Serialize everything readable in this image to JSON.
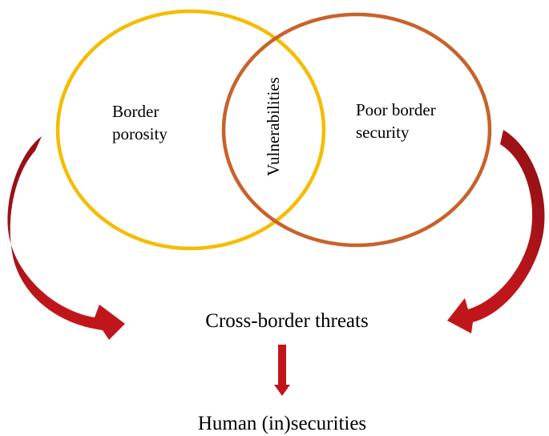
{
  "diagram": {
    "left_circle": {
      "label_line1": "Border",
      "label_line2": "porosity",
      "stroke_color": "#F5BC00"
    },
    "right_circle": {
      "label_line1": "Poor border",
      "label_line2": "security",
      "stroke_color": "#C8622A"
    },
    "overlap_label": "Vulnerabilities",
    "threats_label": "Cross-border threats",
    "outcome_label": "Human (in)securities",
    "arrow_color": "#C0161B",
    "arrow_dark_color": "#8A0F14"
  }
}
